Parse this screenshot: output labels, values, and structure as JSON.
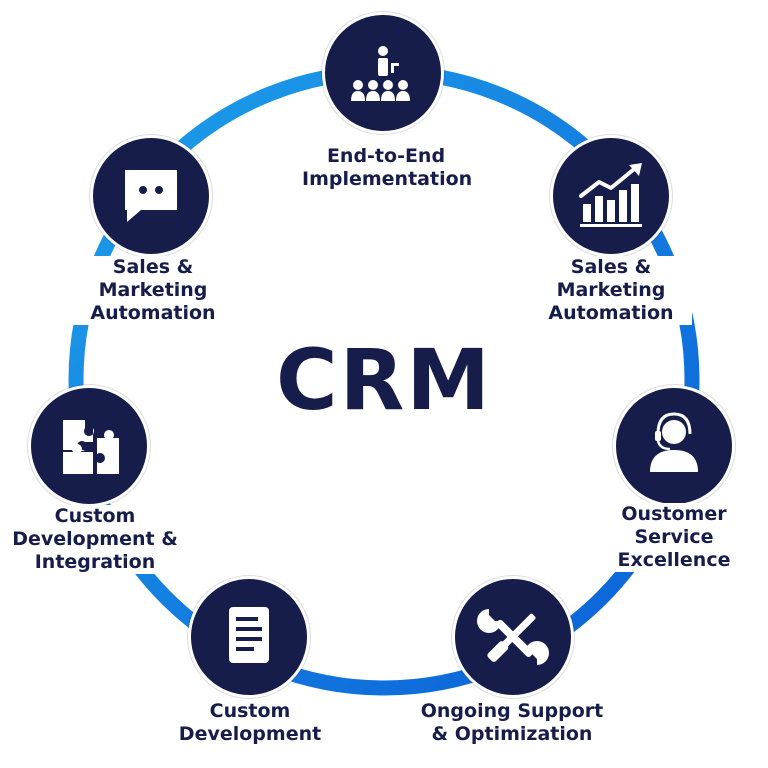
{
  "center": {
    "title": "CRM"
  },
  "colors": {
    "ring_start": "#1ea0ea",
    "ring_end": "#0a5fd6",
    "node_fill": "#161d4a",
    "icon": "#ffffff",
    "text": "#161d4a"
  },
  "nodes": [
    {
      "icon": "presentation-audience-icon",
      "label": "End-to-End\nImplementation"
    },
    {
      "icon": "rising-bar-chart-icon",
      "label": "Sales &\nMarketing\nAutomation"
    },
    {
      "icon": "headset-agent-icon",
      "label": "Oustomer\nService\nExcellence"
    },
    {
      "icon": "wrench-screwdriver-icon",
      "label": "Ongoing Support\n& Optimization"
    },
    {
      "icon": "document-icon",
      "label": "Custom\nDevelopment"
    },
    {
      "icon": "puzzle-icon",
      "label": "Custom\nDevelopment &\nIntegration"
    },
    {
      "icon": "chat-bubble-icon",
      "label": "Sales &\nMarketing\nAutomation"
    }
  ]
}
